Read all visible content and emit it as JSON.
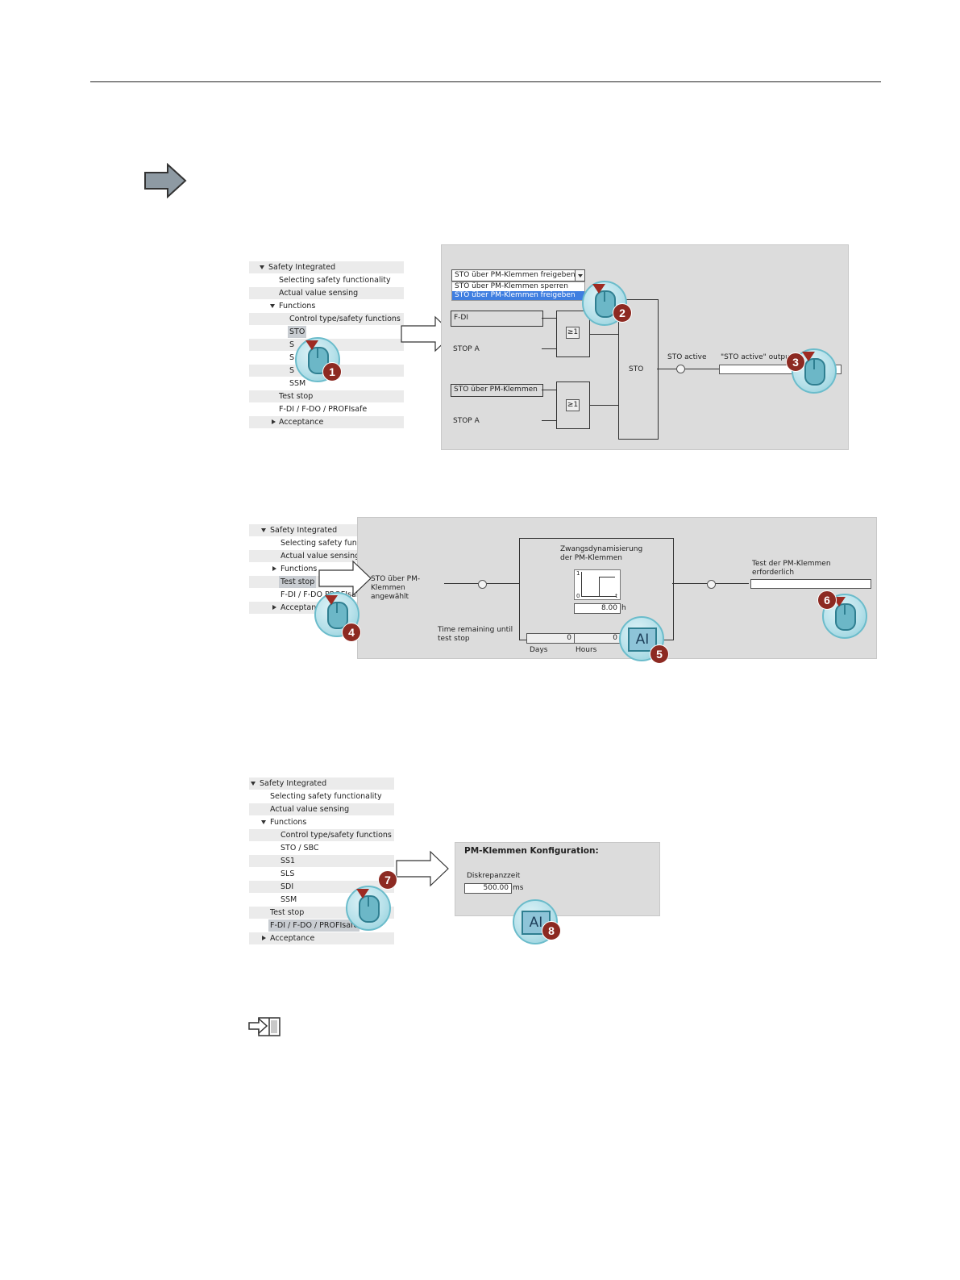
{
  "tree1": {
    "items": [
      {
        "label": "Safety Integrated",
        "caret": "down"
      },
      {
        "label": "Selecting safety functionality"
      },
      {
        "label": "Actual value sensing"
      },
      {
        "label": "Functions",
        "caret": "down"
      },
      {
        "label": "Control type/safety functions"
      },
      {
        "label": "STO",
        "selected": true
      },
      {
        "label": "S"
      },
      {
        "label": "S"
      },
      {
        "label": "S"
      },
      {
        "label": "SSM"
      },
      {
        "label": "Test stop"
      },
      {
        "label": "F-DI / F-DO / PROFIsafe"
      },
      {
        "label": "Acceptance",
        "caret": "right"
      }
    ]
  },
  "panel1": {
    "dropdown_value": "STO über PM-Klemmen freigeben",
    "dropdown_options": [
      "STO über PM-Klemmen sperren",
      "STO über PM-Klemmen freigeben"
    ],
    "fdi_label": "F-DI",
    "stop_a_1": "STOP A",
    "or_1": "≥1",
    "pm_label": "STO über PM-Klemmen",
    "stop_a_2": "STOP A",
    "or_2": "≥1",
    "sto_block": "STO",
    "sto_active": "STO active",
    "sto_active_output": "\"STO active\" outpu"
  },
  "tree2": {
    "items": [
      {
        "label": "Safety Integrated",
        "caret": "down"
      },
      {
        "label": "Selecting safety functi"
      },
      {
        "label": "Actual value sensing"
      },
      {
        "label": "Functions",
        "caret": "right"
      },
      {
        "label": "Test stop",
        "selected": true
      },
      {
        "label": "F-DI / F-DO PROFIsafe"
      },
      {
        "label": "Acceptan",
        "caret": "right"
      }
    ]
  },
  "panel2": {
    "sto_selected": "STO über PM-Klemmen angewählt",
    "zwang_title": "Zwangsdynamisierung der PM-Klemmen",
    "chart_y": "1",
    "chart_x0": "0",
    "chart_x1": "t",
    "hours_value": "8.00",
    "hours_unit": "h",
    "test_required": "Test der PM-Klemmen erforderlich",
    "time_remaining": "Time remaining until test stop",
    "days_value": "0",
    "hours_remaining": "0",
    "days_label": "Days",
    "hours_label": "Hours"
  },
  "tree3": {
    "items": [
      {
        "label": "Safety Integrated",
        "caret": "down"
      },
      {
        "label": "Selecting safety functionality"
      },
      {
        "label": "Actual value sensing"
      },
      {
        "label": "Functions",
        "caret": "down"
      },
      {
        "label": "Control type/safety functions"
      },
      {
        "label": "STO / SBC"
      },
      {
        "label": "SS1"
      },
      {
        "label": "SLS"
      },
      {
        "label": "SDI"
      },
      {
        "label": "SSM"
      },
      {
        "label": "Test stop"
      },
      {
        "label": "F-DI / F-DO / PROFIsafe",
        "selected": true
      },
      {
        "label": "Acceptance",
        "caret": "right"
      }
    ]
  },
  "panel3": {
    "title": "PM-Klemmen Konfiguration:",
    "field_label": "Diskrepanzzeit",
    "value": "500.00",
    "unit": "ms"
  },
  "markers": {
    "m1": "1",
    "m2": "2",
    "m3": "3",
    "m4": "4",
    "m5": "5",
    "m6": "6",
    "m7": "7",
    "m8": "8",
    "ai": "AI"
  }
}
